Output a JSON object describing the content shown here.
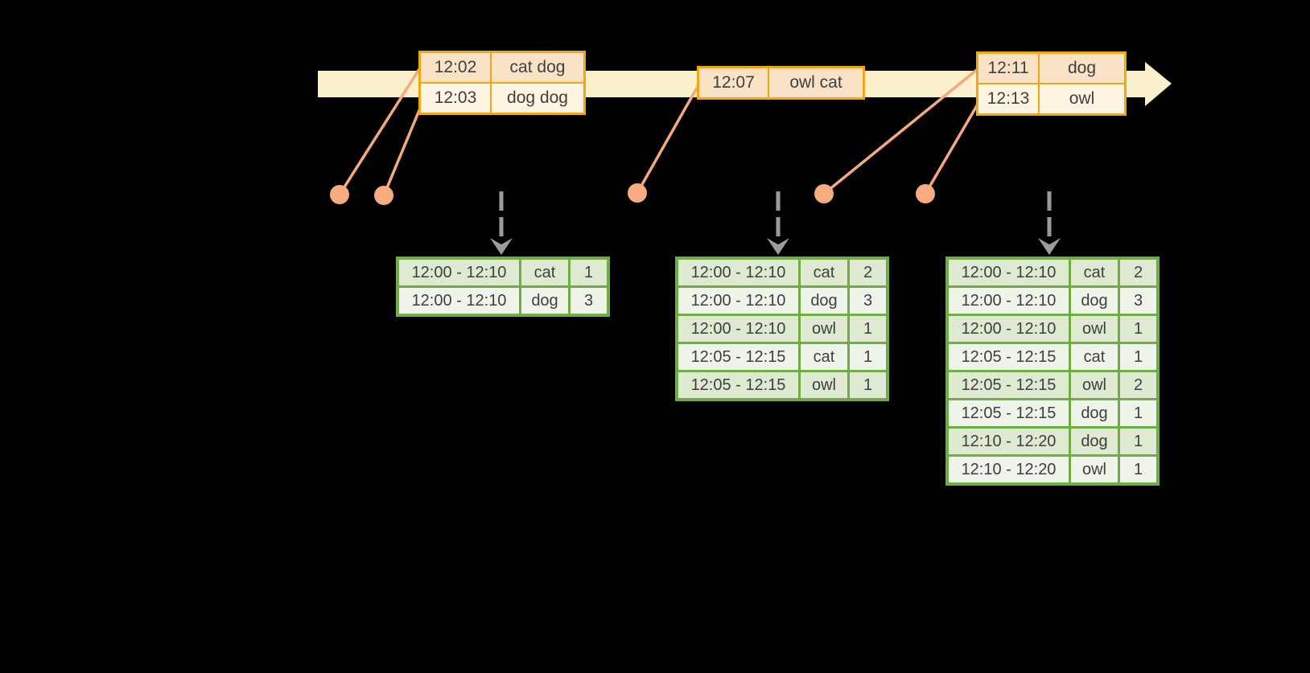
{
  "diagram": {
    "kind": "windowed-grouped-aggregation-timeline",
    "colors": {
      "background": "#000000",
      "timeline_band": "#fbf0cc",
      "event_table_border": "#f2a70e",
      "event_row_dark": "#fae2c6",
      "event_row_light": "#fdf4e2",
      "event_dot": "#f5ac7f",
      "connector_line": "#f3aa7e",
      "trigger_arrow": "#9c9c9c",
      "result_table_border": "#6fac44",
      "result_row_dark": "#dde9d0",
      "result_row_light": "#eff4ea",
      "text": "#3f3f3f"
    }
  },
  "timeline": {
    "event_tables": [
      {
        "rows": [
          {
            "time": "12:02",
            "words": "cat dog"
          },
          {
            "time": "12:03",
            "words": "dog dog"
          }
        ]
      },
      {
        "rows": [
          {
            "time": "12:07",
            "words": "owl cat"
          }
        ]
      },
      {
        "rows": [
          {
            "time": "12:11",
            "words": "dog"
          },
          {
            "time": "12:13",
            "words": "owl"
          }
        ]
      }
    ]
  },
  "result_tables": [
    {
      "rows": [
        {
          "window": "12:00 - 12:10",
          "word": "cat",
          "count": "1"
        },
        {
          "window": "12:00 - 12:10",
          "word": "dog",
          "count": "3"
        }
      ]
    },
    {
      "rows": [
        {
          "window": "12:00 - 12:10",
          "word": "cat",
          "count": "2"
        },
        {
          "window": "12:00 - 12:10",
          "word": "dog",
          "count": "3"
        },
        {
          "window": "12:00 - 12:10",
          "word": "owl",
          "count": "1"
        },
        {
          "window": "12:05 - 12:15",
          "word": "cat",
          "count": "1"
        },
        {
          "window": "12:05 - 12:15",
          "word": "owl",
          "count": "1"
        }
      ]
    },
    {
      "rows": [
        {
          "window": "12:00 - 12:10",
          "word": "cat",
          "count": "2"
        },
        {
          "window": "12:00 - 12:10",
          "word": "dog",
          "count": "3"
        },
        {
          "window": "12:00 - 12:10",
          "word": "owl",
          "count": "1"
        },
        {
          "window": "12:05 - 12:15",
          "word": "cat",
          "count": "1"
        },
        {
          "window": "12:05 - 12:15",
          "word": "owl",
          "count": "2"
        },
        {
          "window": "12:05 - 12:15",
          "word": "dog",
          "count": "1"
        },
        {
          "window": "12:10 - 12:20",
          "word": "dog",
          "count": "1"
        },
        {
          "window": "12:10 - 12:20",
          "word": "owl",
          "count": "1"
        }
      ]
    }
  ]
}
